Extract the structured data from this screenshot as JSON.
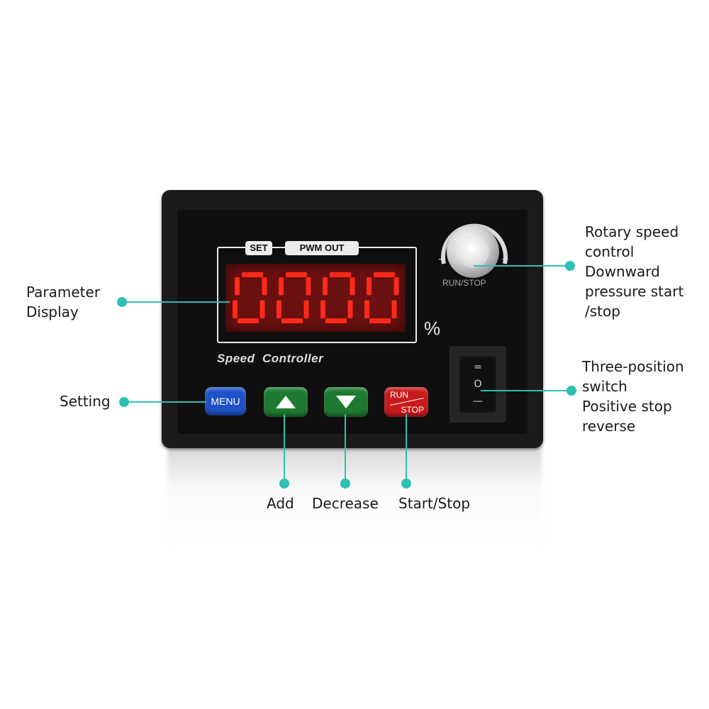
{
  "device": {
    "set_tab": "SET",
    "pwm_tab": "PWM OUT",
    "display_value": "0000",
    "unit": "%",
    "brand": "Speed  Controller",
    "menu_key": "MENU",
    "run_label": "RUN",
    "stop_label": "STOP",
    "knob_minus": "−",
    "knob_plus": "+",
    "knob_label": "RUN/STOP",
    "switch_symbols": [
      "=",
      "O",
      "—"
    ]
  },
  "callouts": {
    "parameter_display": [
      "Parameter",
      "Display"
    ],
    "setting": "Setting",
    "add": "Add",
    "decrease": "Decrease",
    "start_stop": "Start/Stop",
    "rotary": [
      "Rotary speed",
      "control",
      "Downward",
      "pressure start",
      "/stop"
    ],
    "switch": [
      "Three-position",
      "switch",
      "Positive stop",
      "reverse"
    ]
  },
  "colors": {
    "accent": "#2ec0b4",
    "lcd_segment": "#ff2a1a",
    "menu_key": "#1f52c8",
    "arrow_keys": "#1e7a2f",
    "run_key": "#c91a1a"
  }
}
